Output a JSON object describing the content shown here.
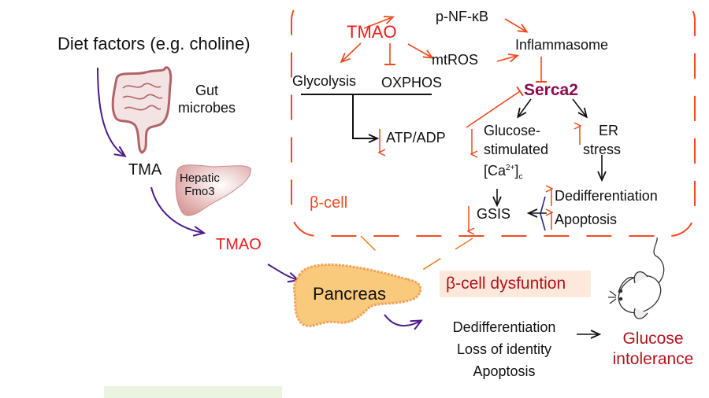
{
  "colors": {
    "tmao_red": "#ee1c1c",
    "pathway_orange": "#ef4a20",
    "beta_cell_box": "#ef4a20",
    "serca2": "#8b0a50",
    "outcome_red": "#b3141c",
    "systemic_arrow_purple": "#4b1a8c",
    "pancreas_fill": "#f9c97c",
    "gut_fill": "#d9979a",
    "liver_fill": "#e4aeae",
    "dysfunction_bg": "#fde9dc",
    "footer_box_bg": "#eaf4e0"
  },
  "systemic": {
    "diet": "Diet factors (e.g. choline)",
    "gut_line1": "Gut",
    "gut_line2": "microbes",
    "tma": "TMA",
    "liver_line1": "Hepatic",
    "liver_line2": "Fmo3",
    "tmao": "TMAO",
    "pancreas": "Pancreas"
  },
  "beta_cell": {
    "label": "β-cell",
    "tmao": "TMAO",
    "pnfkb": "p-NF-κB",
    "mtros": "mtROS",
    "inflammasome": "Inflammasome",
    "glycolysis": "Glycolysis",
    "oxphos": "OXPHOS",
    "atp_adp": "ATP/ADP",
    "serca2": "Serca2",
    "glucose_line1": "Glucose-",
    "glucose_line2": "stimulated",
    "ca_main": "[Ca",
    "ca_sup": "2+",
    "ca_close": "]",
    "ca_sub": "c",
    "er_line1": "ER",
    "er_line2": "stress",
    "dediff": "Dedifferentiation",
    "apoptosis": "Apoptosis",
    "gsis": "GSIS"
  },
  "outcome": {
    "dysfunction": "β-cell dysfuntion",
    "effects": [
      "Dedifferentiation",
      "Loss of identity",
      "Apoptosis"
    ],
    "result_line1": "Glucose",
    "result_line2": "intolerance"
  },
  "icons": [
    "gut-icon",
    "liver-icon",
    "pancreas-icon",
    "mouse-icon"
  ]
}
